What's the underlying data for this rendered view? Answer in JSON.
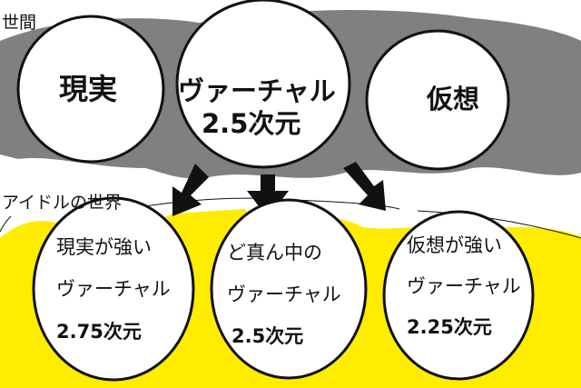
{
  "colors": {
    "society_band": "#7f7f7f",
    "idol_world": "#ffec00",
    "outline": "#111111"
  },
  "society": {
    "label": "世間",
    "circles": [
      {
        "lines": [
          "現実"
        ]
      },
      {
        "lines": [
          "ヴァーチャル",
          "2.5次元"
        ]
      },
      {
        "lines": [
          "仮想"
        ]
      }
    ]
  },
  "idol_world": {
    "label": "アイドルの世界",
    "circles": [
      {
        "lines": [
          "現実が強い",
          "ヴァーチャル",
          "2.75次元"
        ]
      },
      {
        "lines": [
          "ど真ん中の",
          "ヴァーチャル",
          "2.5次元"
        ]
      },
      {
        "lines": [
          "仮想が強い",
          "ヴァーチャル",
          "2.25次元"
        ]
      }
    ]
  }
}
